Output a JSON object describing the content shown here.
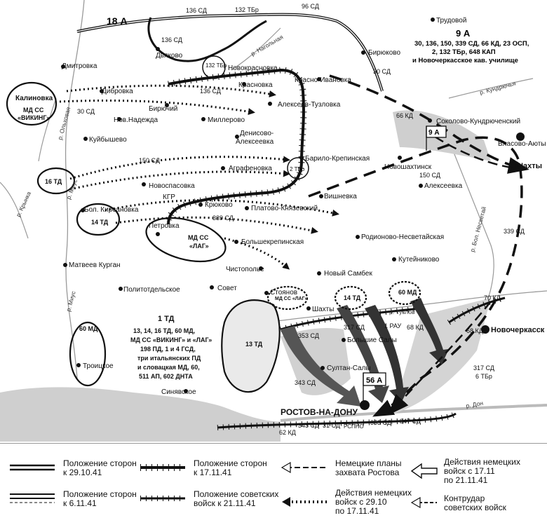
{
  "armies": {
    "a18": "18 А",
    "a9_title": "9 А",
    "a9_units_1": "30, 136, 150, 339 СД, 66 КД, 23 ОСП,",
    "a9_units_2": "2, 132 ТБр, 648 КАП",
    "a9_units_3": "и Новочеркасское кав. училище",
    "a56": "56 А",
    "a9_flag": "9 А"
  },
  "places": {
    "trudovoy": "Трудовой",
    "dyakovo": "Дьяково",
    "novokrasnovka": "Новокрасновка",
    "dmitrovka": "Дмитровка",
    "dibrovka": "Дибровка",
    "krasnovka": "Красновка",
    "krasno_ivanovka": "Красно-Ивановка",
    "biryukovo": "Бирюково",
    "kalinovka": "Калиновка",
    "biryuchiy": "Бирючий",
    "aleksee_tuzlovka": "Алексеев-Тузловка",
    "nov_nadezhda": "Нов.Надежда",
    "millerovo": "Миллерово",
    "sokolovo": "Соколово-Кундрюченский",
    "kuybyshevo": "Куйбышево",
    "denisovo": "Денисово-",
    "denisovo2": "Алексеевка",
    "vlasovo": "Власово-Аюты",
    "barilo": "Барило-Крепинская",
    "novoshakhtinsk": "Новошахтинск",
    "agrafenovka": "Аграфеновка",
    "shakhty": "Шахты",
    "alekseevka": "Алексеевка",
    "novospasovka": "Новоспасовка",
    "vishnevka": "Вишневка",
    "krgr": "КГР",
    "kryukovo": "Крюково",
    "platovo": "Платово-Князевский",
    "bol_kirsanovka": "Бол. Кирсановка",
    "rodionovo": "Родионово-Несветайская",
    "petrovka": "Петровка",
    "bolshekrepinskaya": "Большекрепинская",
    "kuteynikovo": "Кутейниково",
    "matveev": "Матвеев Курган",
    "chistopolye": "Чистополье",
    "novy_sambek": "Новый Самбек",
    "politotdelskoe": "Политотдельское",
    "sovet": "Совет",
    "stoyanov": "Стоянов",
    "shakhovo": "Шахты",
    "novocherkassk": "Новочеркасск",
    "bolshie_saly": "Большие Салы",
    "sultan_saly": "Султан-Салы",
    "troitskoe": "Троицкое",
    "sinyavskoe": "Синявское",
    "rostov": "РОСТОВ-НА-ДОНУ"
  },
  "rivers": {
    "nagolnaya": "р. Нагольная",
    "kundryuchya": "р. Кундрючья",
    "olkhovaya": "р. Ольховая",
    "mius": "р. Миус",
    "mius2": "р. Миус",
    "krynka": "р. Крынка",
    "bol_nesvetay": "р. Бол. Несветай",
    "tuzlov": "р. Тузлов",
    "don": "р. Дон"
  },
  "units": {
    "u136sd_top": "136 СД",
    "u132tbr_top": "132 ТБр",
    "u96sd": "96 СД",
    "u136sd_mid": "136 СД",
    "u132tbr_circle": "132 ТБр",
    "u136sd_low": "136 СД",
    "u30sd_right": "30 СД",
    "u30sd_left": "30 СД",
    "u66kd": "66 КД",
    "u150sd": "150 СД",
    "u2tbr": "2 ТБр",
    "u150sd_right": "150 СД",
    "u339sd": "339 СД",
    "u339sd_right": "339 СД",
    "u70kd": "70 КД",
    "u68kd_right": "68 КД",
    "u68kd_mid": "68 КД",
    "u317sd_mid": "317 СД",
    "u1rau": "1 РАУ",
    "u353sd_top": "353 СД",
    "u343sd_mid": "343 СД",
    "u317sd_right": "317 СД",
    "u6tbr": "6 ТБр",
    "u62kd": "62 КД",
    "u343sd_bot": "343 СД",
    "u31sd": "31 СД",
    "urspno": "РСПНО",
    "u353sd_bot": "353 СД",
    "u347sd": "347 СД"
  },
  "german": {
    "viking_1": "МД СС",
    "viking_2": "«ВИКИНГ»",
    "td16": "16 ТД",
    "td14": "14 ТД",
    "lag_1": "МД СС",
    "lag_2": "«ЛАГ»",
    "lag_small": "МД СС «ЛАГ»",
    "td14_b": "14 ТД",
    "md60_b": "60 МД",
    "md60": "60 МД",
    "td13": "13 ТД",
    "tk1_title": "1 ТД",
    "tk1_l1": "13, 14, 16 ТД, 60 МД,",
    "tk1_l2": "МД СС «ВИКИНГ» и «ЛАГ»",
    "tk1_l3": "198 ПД, 1 и 4 ГСД,",
    "tk1_l4": "три итальянских ПД",
    "tk1_l5": "и словацкая МД, 60,",
    "tk1_l6": "511 АП, 602 ДНТА"
  },
  "legend": {
    "l1_1": "Положение сторон",
    "l1_2": "к 29.10.41",
    "l2_1": "Положение сторон",
    "l2_2": "к 6.11.41",
    "l3_1": "Положение сторон",
    "l3_2": "к 17.11.41",
    "l4_1": "Положение советских",
    "l4_2": "войск к 21.11.41",
    "l5_1": "Немецкие планы",
    "l5_2": "захвата Ростова",
    "l6_1": "Действия немецких",
    "l6_2": "войск с 29.10",
    "l6_3": "по 17.11.41",
    "l7_1": "Действия немецких",
    "l7_2": "войск с 17.11",
    "l7_3": "по 21.11.41",
    "l8_1": "Контрудар",
    "l8_2": "советских войск"
  }
}
